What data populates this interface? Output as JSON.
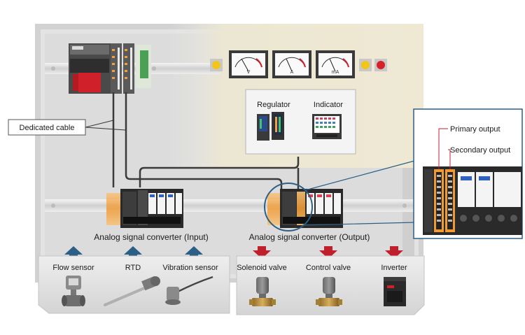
{
  "callouts": {
    "dedicated_cable": "Dedicated cable",
    "primary_output": "Primary output",
    "secondary_output": "Secondary output"
  },
  "panel_devices": {
    "regulator": "Regulator",
    "indicator": "Indicator"
  },
  "meters": [
    {
      "unit": "V"
    },
    {
      "unit": "A"
    },
    {
      "unit": "mA"
    }
  ],
  "converters": {
    "input": "Analog signal converter (Input)",
    "output": "Analog signal converter (Output)"
  },
  "input_devices": [
    "Flow sensor",
    "RTD",
    "Vibration sensor"
  ],
  "output_devices": [
    "Solenoid valve",
    "Control valve",
    "Inverter"
  ],
  "colors": {
    "input_arrow": "#2b5f85",
    "output_arrow": "#c0202c",
    "cabinet": "#e2e2e2",
    "door": "#ece7d2",
    "module_orange": "#f0a040"
  }
}
